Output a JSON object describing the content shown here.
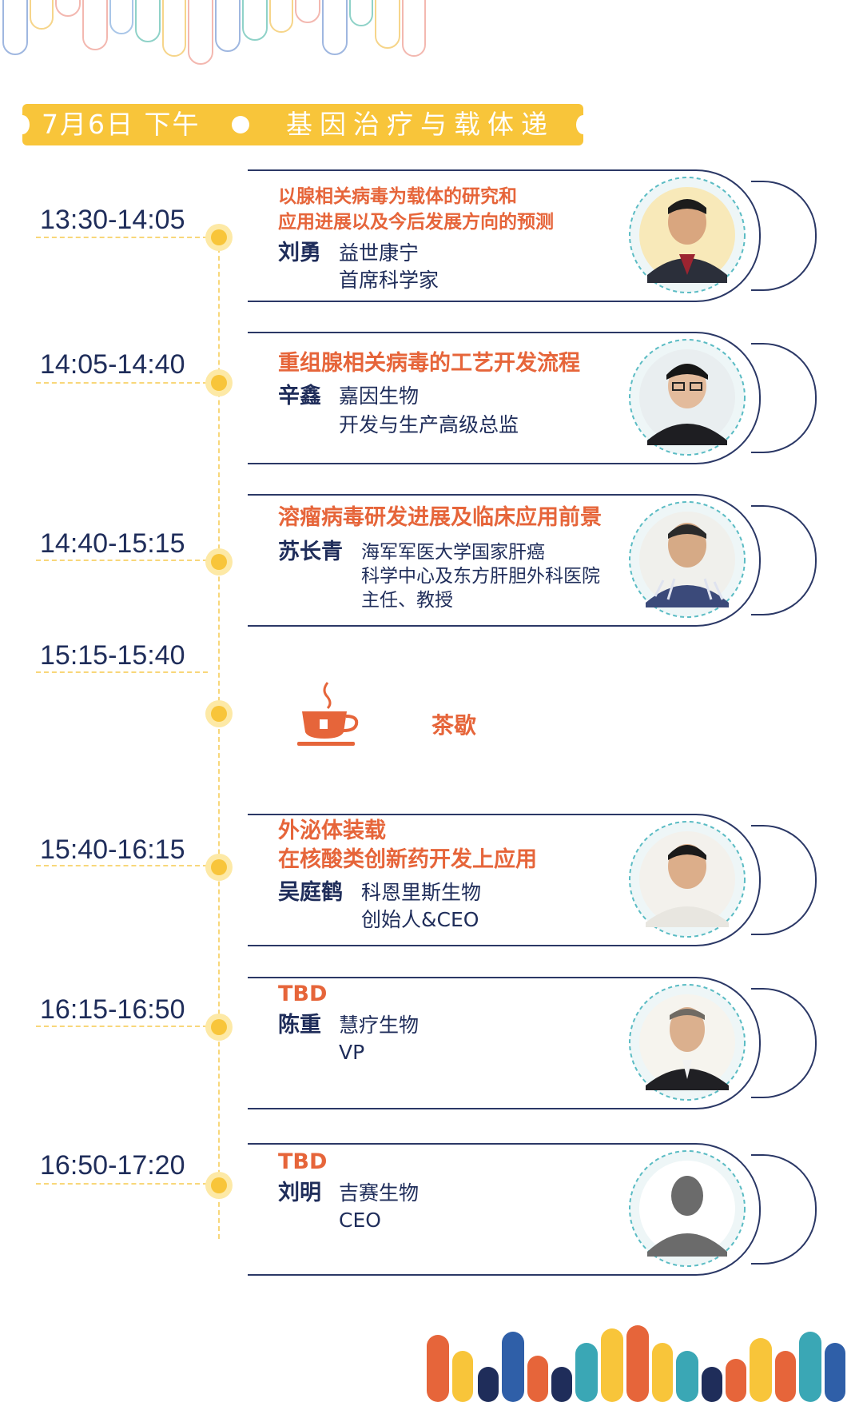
{
  "header": {
    "date": "7月6日 下午",
    "topic": "基因治疗与载体递送"
  },
  "colors": {
    "accent_yellow": "#f8c53a",
    "title_orange": "#e6653a",
    "navy": "#1f2d5a"
  },
  "sessions": [
    {
      "time": "13:30-14:05",
      "title_lines": [
        "以腺相关病毒为载体的研究和",
        "应用进展以及今后发展方向的预测"
      ],
      "speaker": "刘勇",
      "affiliation": "益世康宁",
      "role": "首席科学家"
    },
    {
      "time": "14:05-14:40",
      "title_lines": [
        "重组腺相关病毒的工艺开发流程"
      ],
      "speaker": "辛鑫",
      "affiliation": "嘉因生物",
      "role": "开发与生产高级总监"
    },
    {
      "time": "14:40-15:15",
      "title_lines": [
        "溶瘤病毒研发进展及临床应用前景"
      ],
      "speaker": "苏长青",
      "affiliation": "海军军医大学国家肝癌",
      "role_lines": [
        "科学中心及东方肝胆外科医院",
        "主任、教授"
      ]
    },
    {
      "time": "15:40-16:15",
      "title_lines": [
        "外泌体装载",
        "在核酸类创新药开发上应用"
      ],
      "speaker": "吴庭鹤",
      "affiliation": "科恩里斯生物",
      "role": "创始人&CEO"
    },
    {
      "time": "16:15-16:50",
      "title_lines": [
        "TBD"
      ],
      "speaker": "陈重",
      "affiliation": "慧疗生物",
      "role": "VP"
    },
    {
      "time": "16:50-17:20",
      "title_lines": [
        "TBD"
      ],
      "speaker": "刘明",
      "affiliation": "吉赛生物",
      "role": "CEO"
    }
  ],
  "break": {
    "time": "15:15-15:40",
    "label": "茶歇",
    "icon": "tea-cup-icon"
  }
}
